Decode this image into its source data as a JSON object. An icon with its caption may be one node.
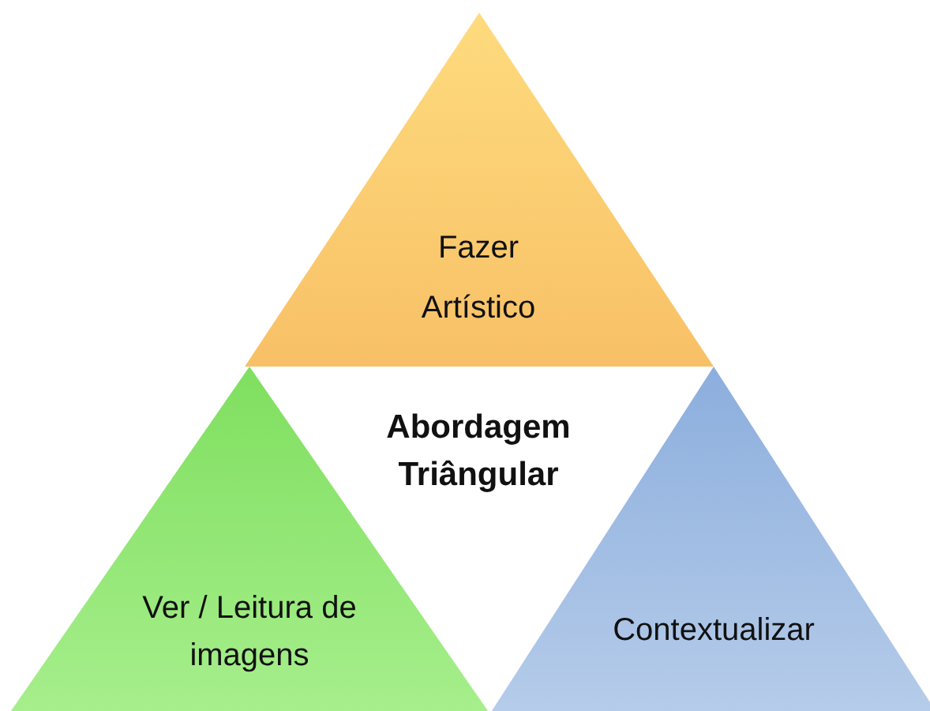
{
  "diagram": {
    "nodes": [
      {
        "text": [
          "Fazer Artístico"
        ]
      },
      {
        "text": [
          "Ver / Leitura de imagens"
        ]
      },
      {
        "text": [
          "Contextualizar"
        ]
      }
    ],
    "labels": [
      "Abordagem Triângular"
    ]
  }
}
